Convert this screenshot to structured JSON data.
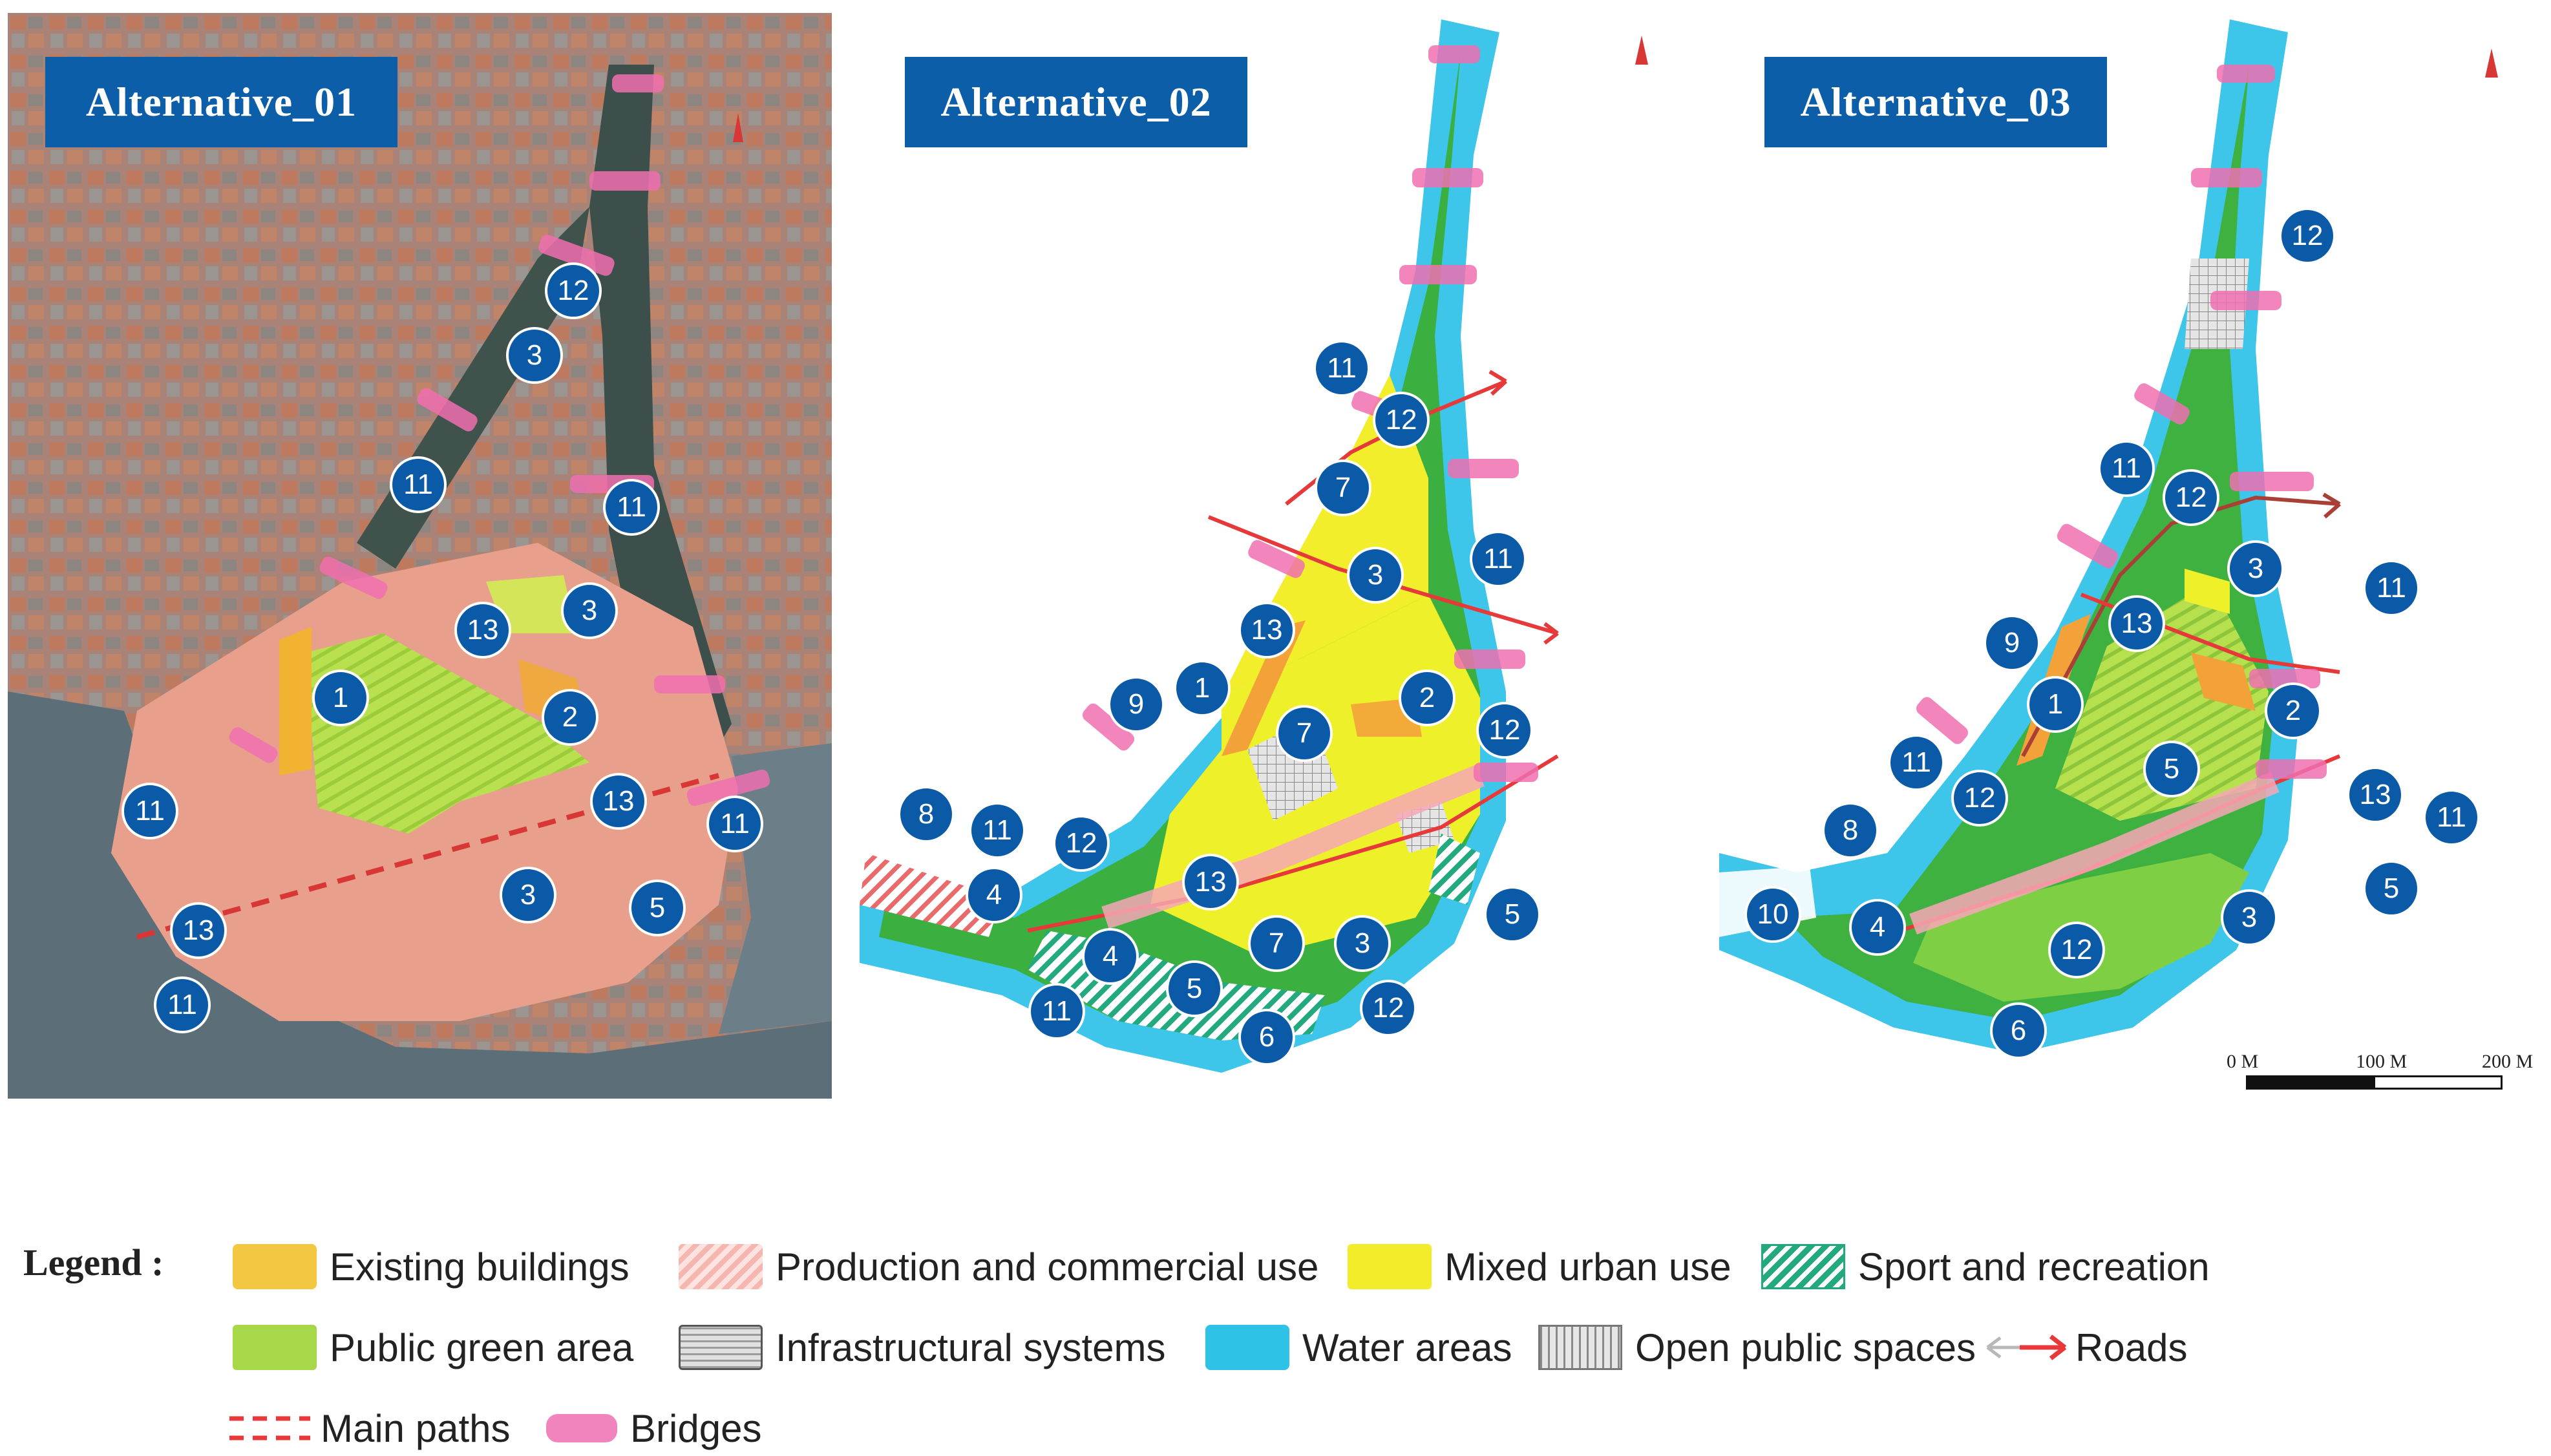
{
  "panels": [
    {
      "title": "Alternative_01"
    },
    {
      "title": "Alternative_02"
    },
    {
      "title": "Alternative_03"
    }
  ],
  "panel1_markers": [
    "12",
    "3",
    "11",
    "11",
    "13",
    "3",
    "1",
    "2",
    "11",
    "13",
    "11",
    "13",
    "3",
    "5",
    "11"
  ],
  "panel2_markers": [
    "11",
    "12",
    "7",
    "3",
    "11",
    "13",
    "1",
    "9",
    "2",
    "7",
    "12",
    "8",
    "11",
    "12",
    "4",
    "13",
    "5",
    "4",
    "7",
    "3",
    "5",
    "11",
    "6",
    "12"
  ],
  "panel3_markers": [
    "12",
    "11",
    "12",
    "3",
    "11",
    "9",
    "13",
    "1",
    "2",
    "11",
    "5",
    "12",
    "13",
    "11",
    "8",
    "4",
    "10",
    "5",
    "12",
    "3",
    "6"
  ],
  "scale": {
    "labels": [
      "0 M",
      "100 M",
      "200 M"
    ]
  },
  "legend": {
    "title": "Legend :",
    "items": [
      {
        "label": "Existing buildings",
        "color": "#f2c12e"
      },
      {
        "label": "Production and commercial use",
        "color": "#f6b6b0"
      },
      {
        "label": "Mixed urban use",
        "color": "#f3ec2b"
      },
      {
        "label": "Sport and recreation",
        "color": "#23a97f"
      },
      {
        "label": "Public green area",
        "color": "#a6d84a"
      },
      {
        "label": "Infrastructural systems",
        "color": "#9c9c9c"
      },
      {
        "label": "Water areas",
        "color": "#2ec3e6"
      },
      {
        "label": "Open public spaces",
        "color": "#d6d6d6"
      },
      {
        "label": "Roads",
        "color": "#e8383a"
      },
      {
        "label": "Main paths",
        "color": "#e8383a"
      },
      {
        "label": "Bridges",
        "color": "#f06fb2"
      }
    ]
  }
}
